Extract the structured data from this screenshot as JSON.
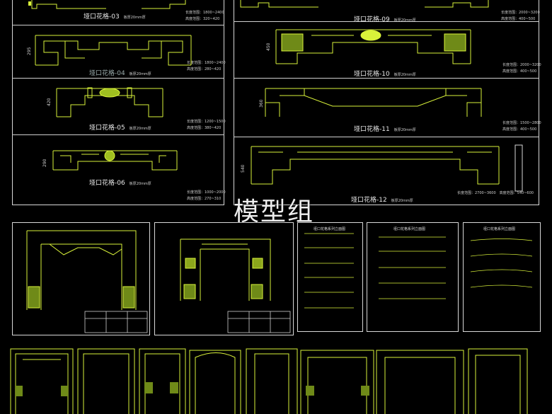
{
  "watermark": "模型组",
  "frames": [
    {
      "title": "垭口花格-03",
      "thickness": "板厚20mm厚",
      "spec1": "长度范围：1800~2400",
      "spec2": "高度范围：320~420"
    },
    {
      "title": "垭口花格-04",
      "thickness": "板厚20mm厚",
      "spec1": "长度范围：1800~2400",
      "spec2": "高度范围：280~420",
      "height": "295"
    },
    {
      "title": "垭口花格-05",
      "thickness": "板厚20mm厚",
      "spec1": "长度范围：1200~1500",
      "spec2": "高度范围：380~420",
      "height": "420"
    },
    {
      "title": "垭口花格-06",
      "thickness": "板厚20mm厚",
      "spec1": "长度范围：1000~2000",
      "spec2": "高度范围：270~310",
      "height": "290"
    },
    {
      "title": "垭口花格-09",
      "thickness": "板厚20mm厚",
      "spec1": "长度范围：2000~3200",
      "spec2": "高度范围：400~500"
    },
    {
      "title": "垭口花格-10",
      "thickness": "板厚20mm厚",
      "spec1": "长度范围：2000~3200",
      "spec2": "高度范围：400~500",
      "height": "450"
    },
    {
      "title": "垭口花格-11",
      "thickness": "板厚20mm厚",
      "spec1": "长度范围：1500~2800",
      "spec2": "高度范围：400~500",
      "height": "360"
    },
    {
      "title": "垭口花格-12",
      "thickness": "板厚20mm厚",
      "spec1": "长度范围：2700~3600",
      "spec2": "高度范围：540~600",
      "height": "540"
    }
  ],
  "mini_sheets": [
    "垭口花格系列立面图",
    "垭口花格系列立面图",
    "垭口花格系列立面图"
  ],
  "colors": {
    "line": "#d8d8d8",
    "ornament": "#d9f23a",
    "background": "#000000"
  }
}
